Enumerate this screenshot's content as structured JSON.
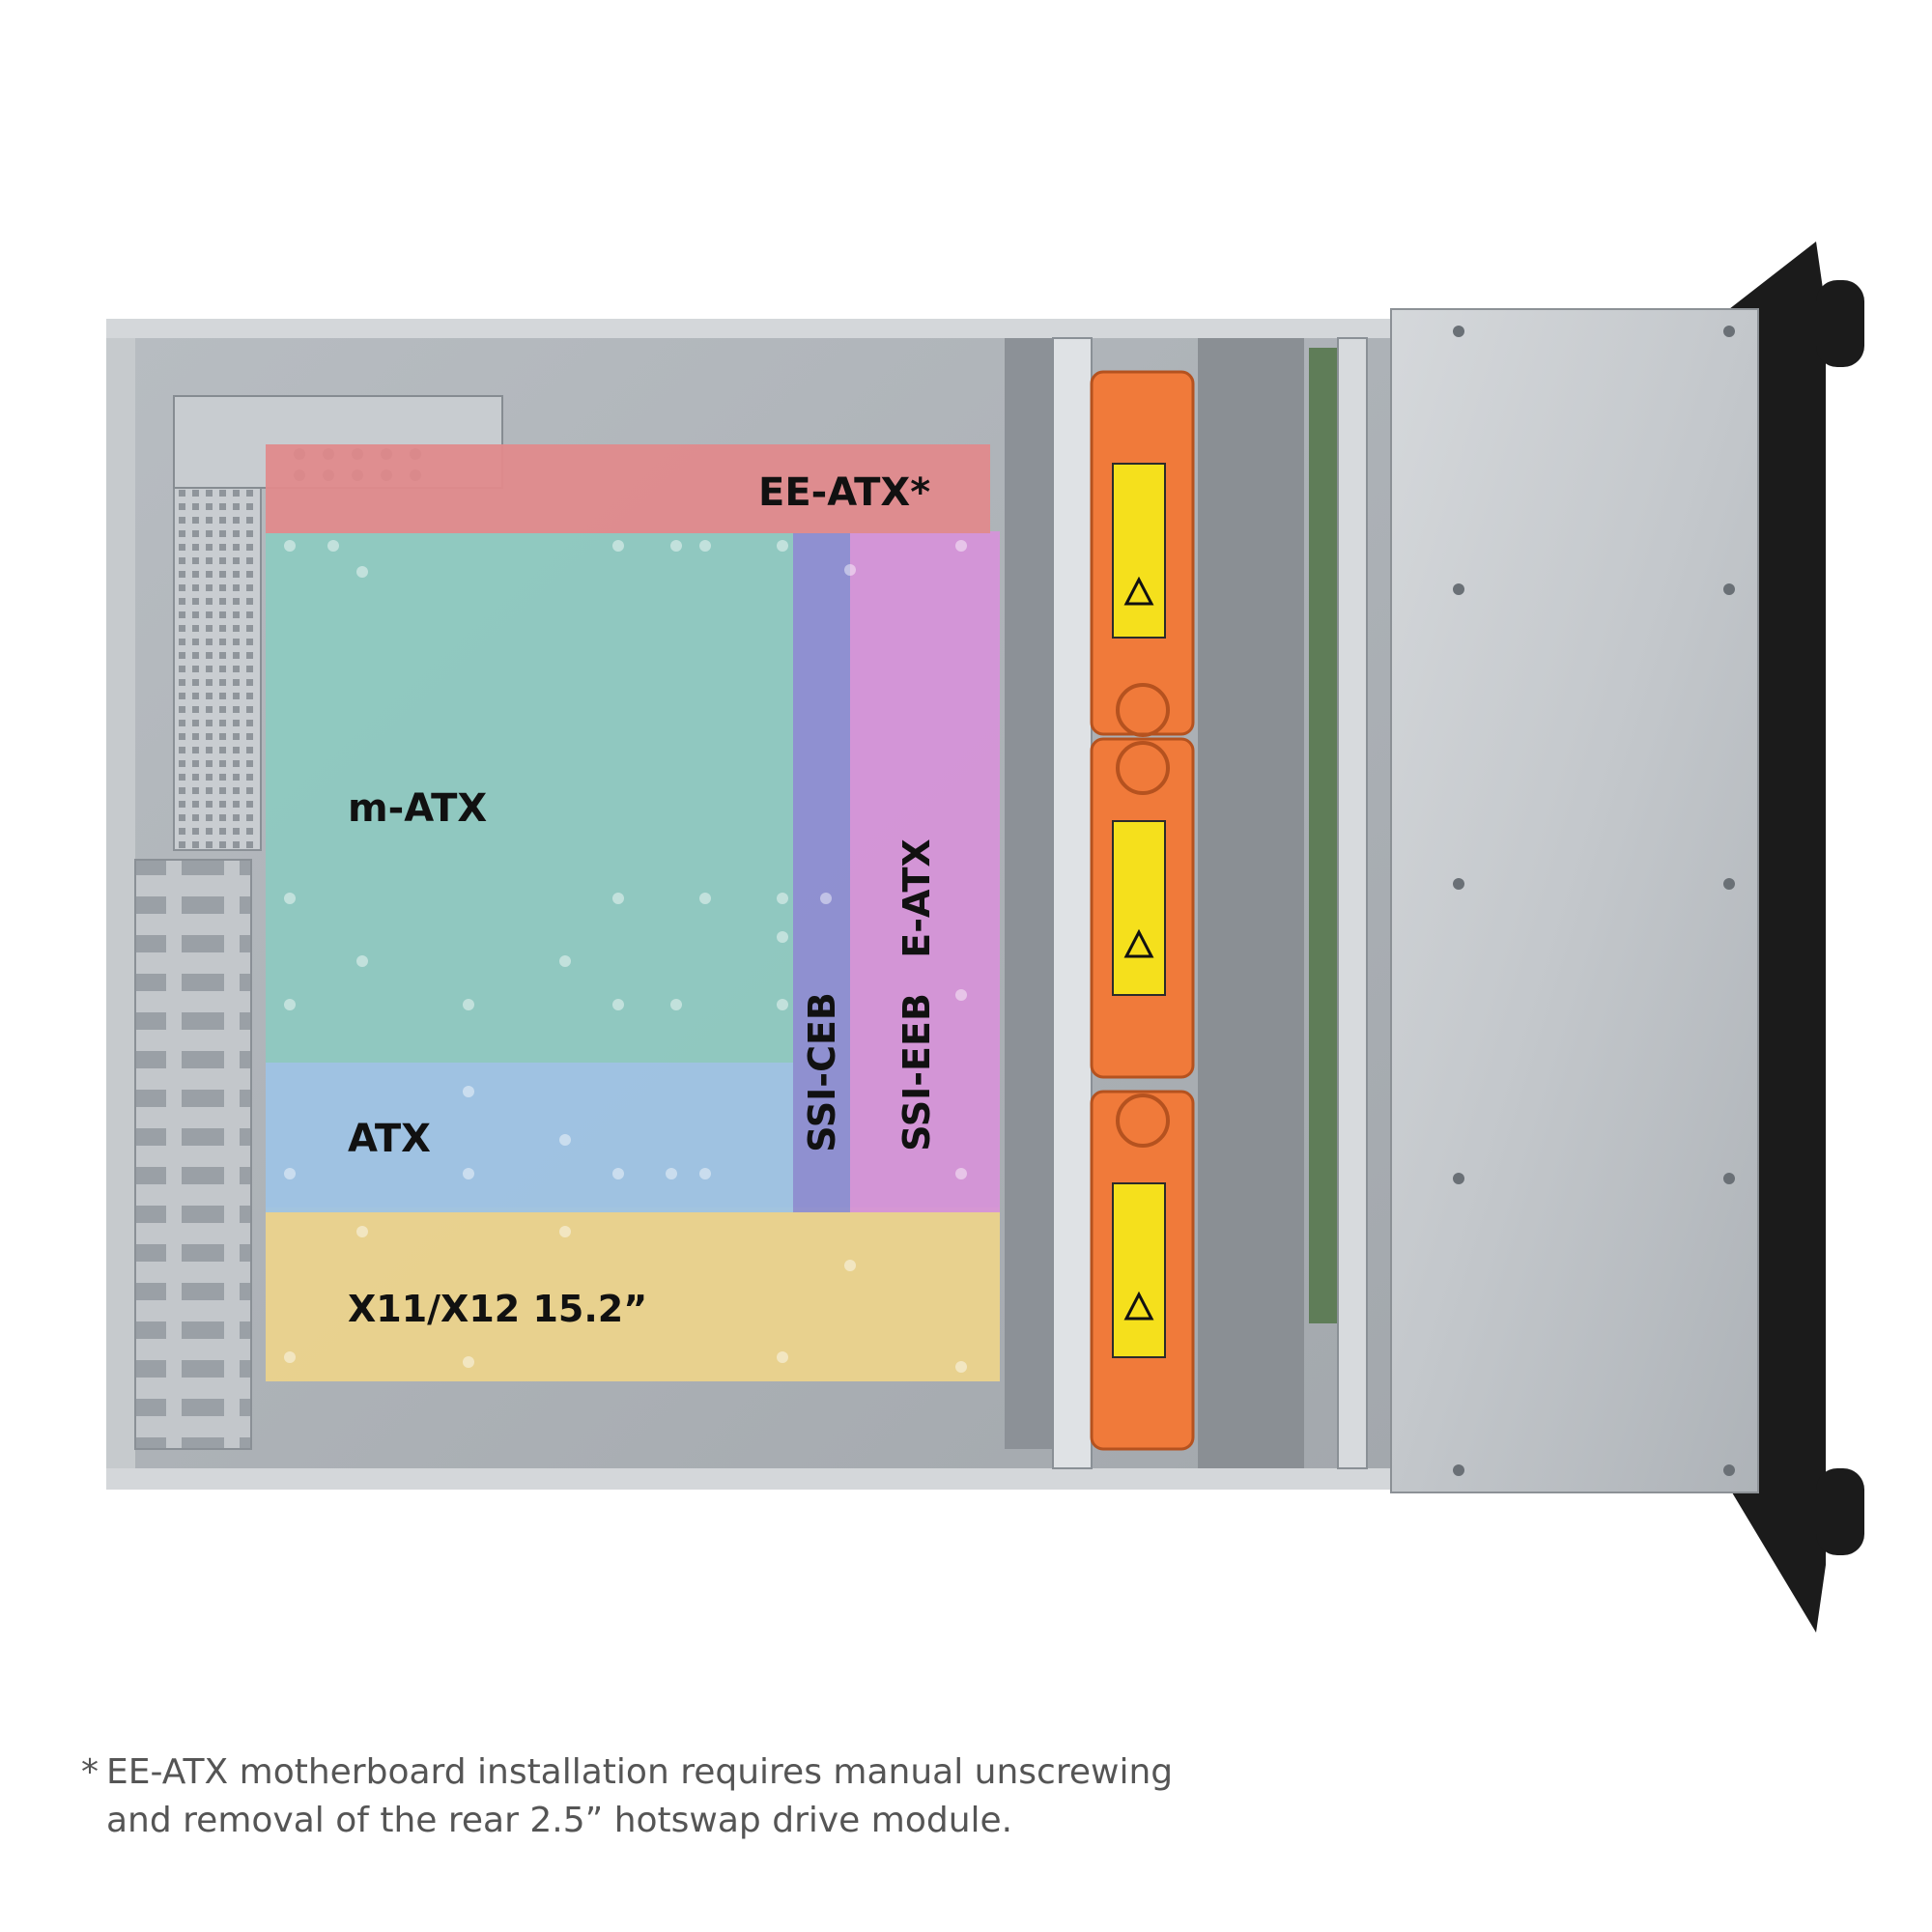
{
  "zones": {
    "ee_atx": {
      "label": "EE-ATX*",
      "color": "#e08a8c"
    },
    "m_atx": {
      "label": "m-ATX",
      "color": "#8ec9c0"
    },
    "atx": {
      "label": "ATX",
      "color": "#9ec3e4"
    },
    "x11_x12": {
      "label": "X11/X12 15.2”",
      "color": "#ebd38c"
    },
    "ssi_ceb": {
      "label": "SSI-CEB",
      "color": "#8d8ed2"
    },
    "ssi_eeb": {
      "label": "SSI-EEB",
      "color": "#d593d8"
    },
    "e_atx": {
      "label": "E-ATX",
      "color": "#d593d8"
    }
  },
  "footnote": {
    "marker": "*",
    "line1": "EE-ATX motherboard installation requires manual unscrewing",
    "line2": "and removal of the rear 2.5” hotswap drive module."
  },
  "colors": {
    "chassis": "#b9bec3",
    "fan_orange": "#f07a3a",
    "warning_yellow": "#f5e01c",
    "handle": "#1b1b1b"
  }
}
